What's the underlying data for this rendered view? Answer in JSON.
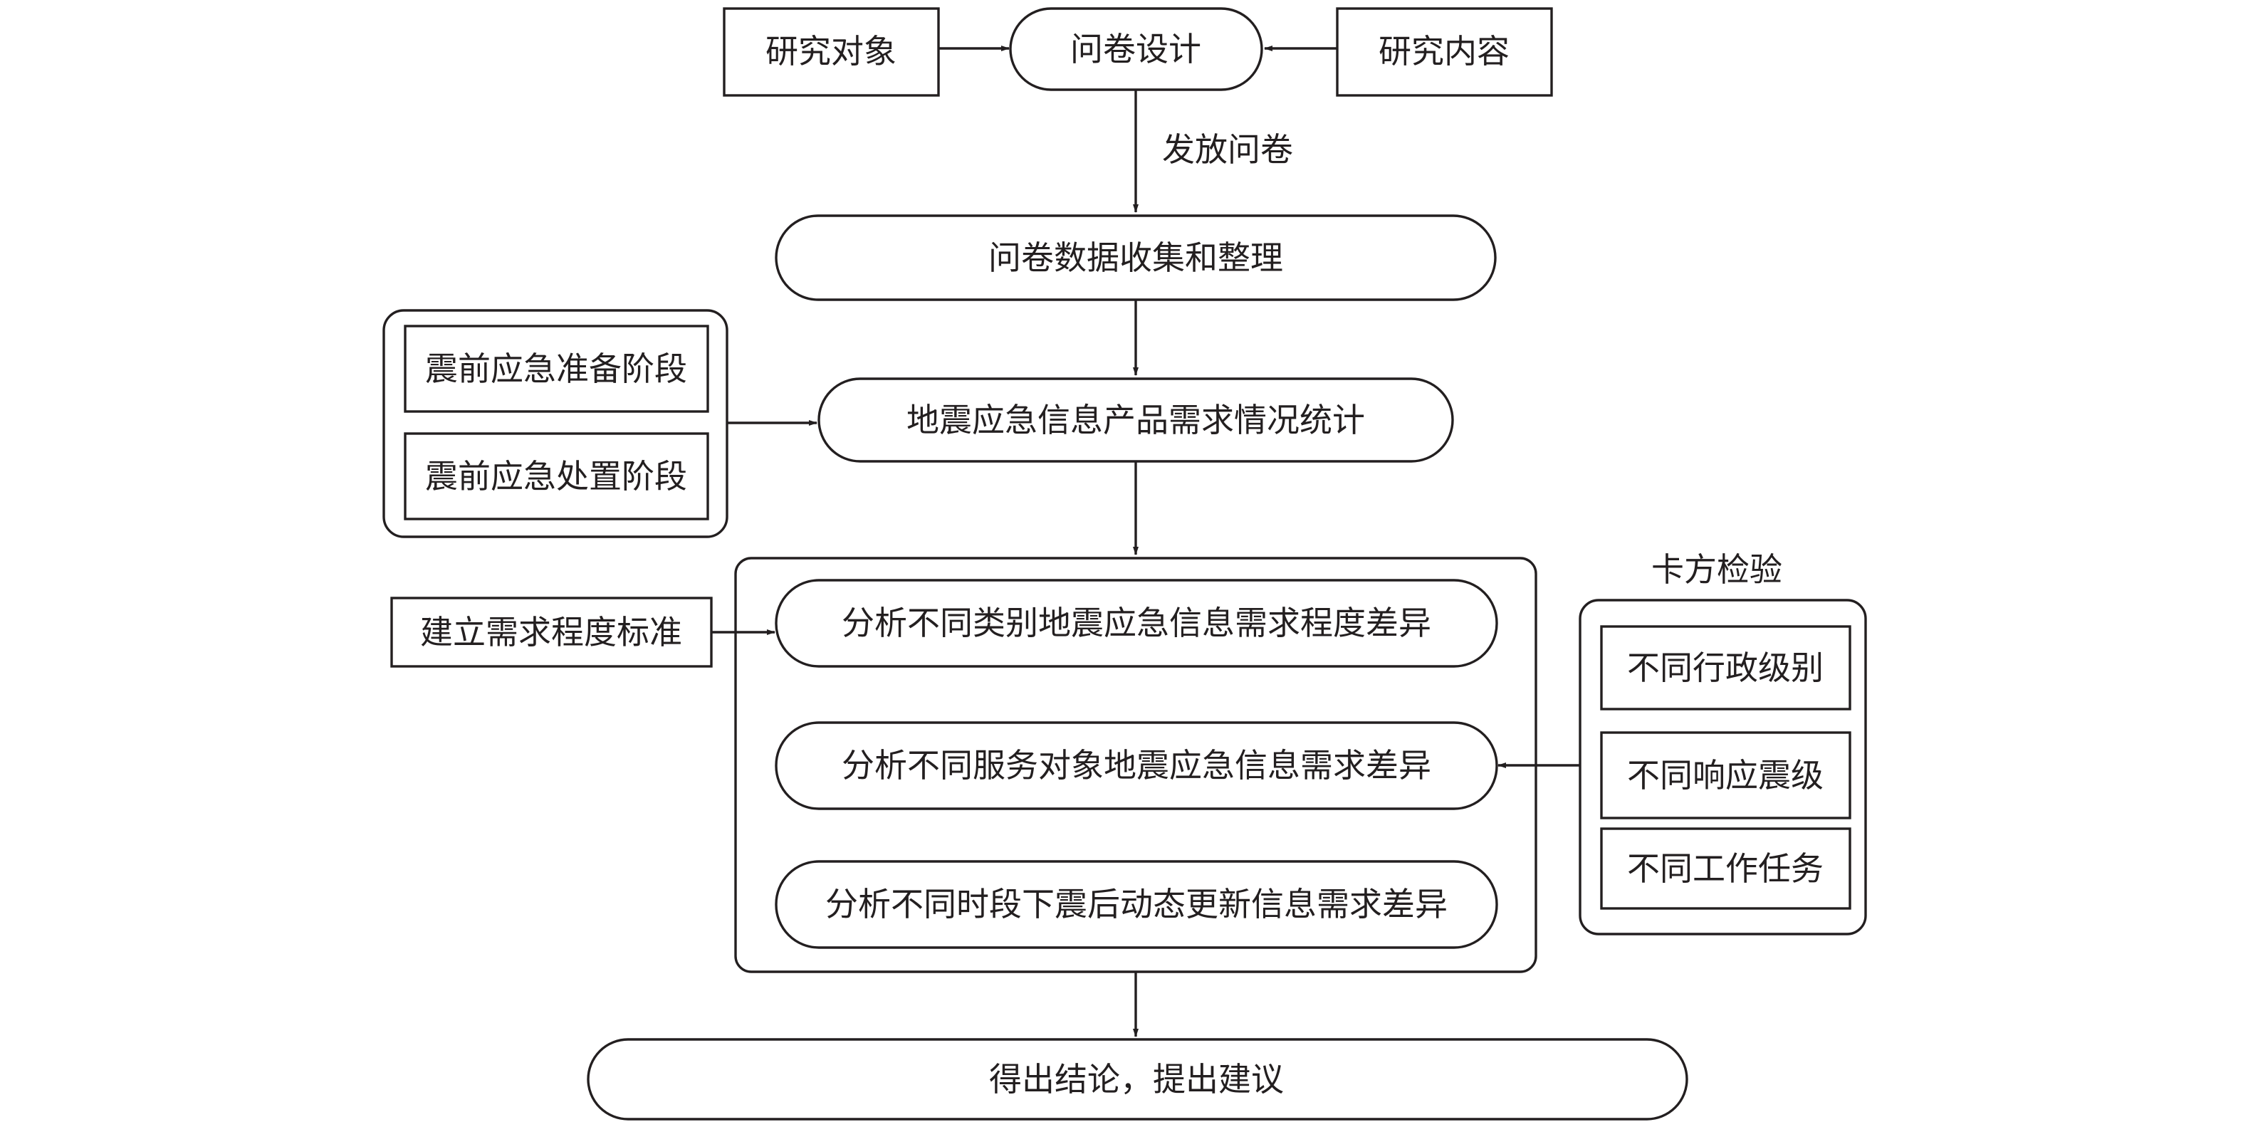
{
  "top": {
    "research_object": "研究对象",
    "questionnaire_design": "问卷设计",
    "research_content": "研究内容"
  },
  "edge_labels": {
    "distribute": "发放问卷"
  },
  "data_collection": "问卷数据收集和整理",
  "stages": {
    "pre_preparation": "震前应急准备阶段",
    "pre_disposal": "震前应急处置阶段"
  },
  "demand_statistics": "地震应急信息产品需求情况统计",
  "standard": "建立需求程度标准",
  "analysis": [
    {
      "label": "分析不同类别地震应急信息需求程度差异"
    },
    {
      "label": "分析不同服务对象地震应急信息需求差异"
    },
    {
      "label": "分析不同时段下震后动态更新信息需求差异"
    }
  ],
  "chi_square": {
    "title": "卡方检验",
    "items": [
      {
        "label": "不同行政级别"
      },
      {
        "label": "不同响应震级"
      },
      {
        "label": "不同工作任务"
      }
    ]
  },
  "conclusion": "得出结论，提出建议"
}
